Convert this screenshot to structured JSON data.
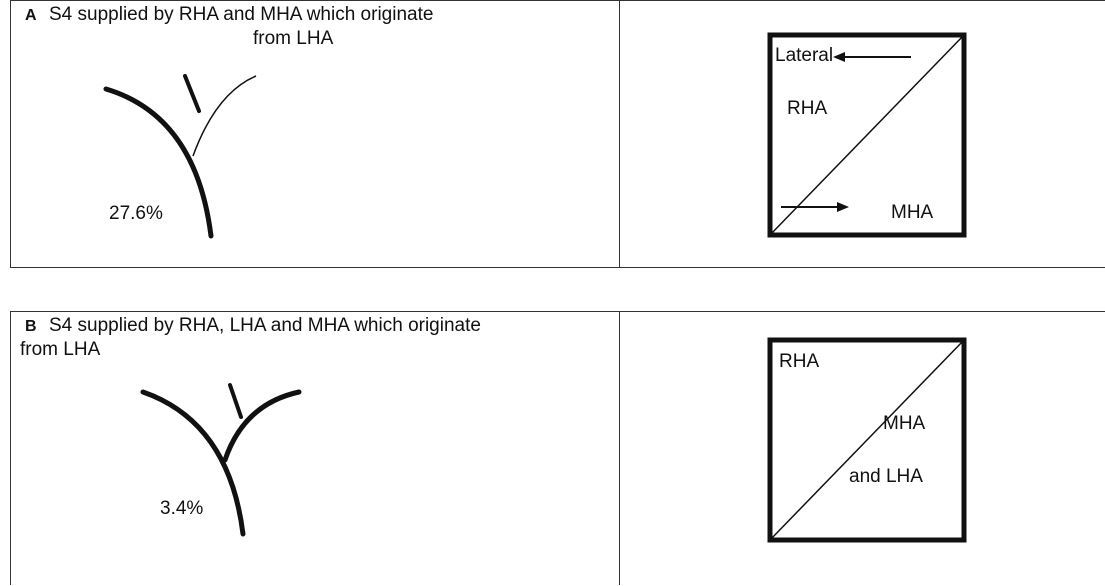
{
  "panels": [
    {
      "letter": "A",
      "caption_line1": "S4 supplied by RHA and MHA which originate",
      "caption_line2": "from LHA",
      "percentage": "27.6%",
      "diagram": {
        "labels": [
          "Lateral",
          "RHA",
          "MHA"
        ]
      }
    },
    {
      "letter": "B",
      "caption_line1": "S4 supplied by RHA, LHA and MHA which originate",
      "caption_line2": "from LHA",
      "percentage": "3.4%",
      "diagram": {
        "labels": [
          "RHA",
          "MHA",
          "and LHA"
        ]
      }
    }
  ]
}
